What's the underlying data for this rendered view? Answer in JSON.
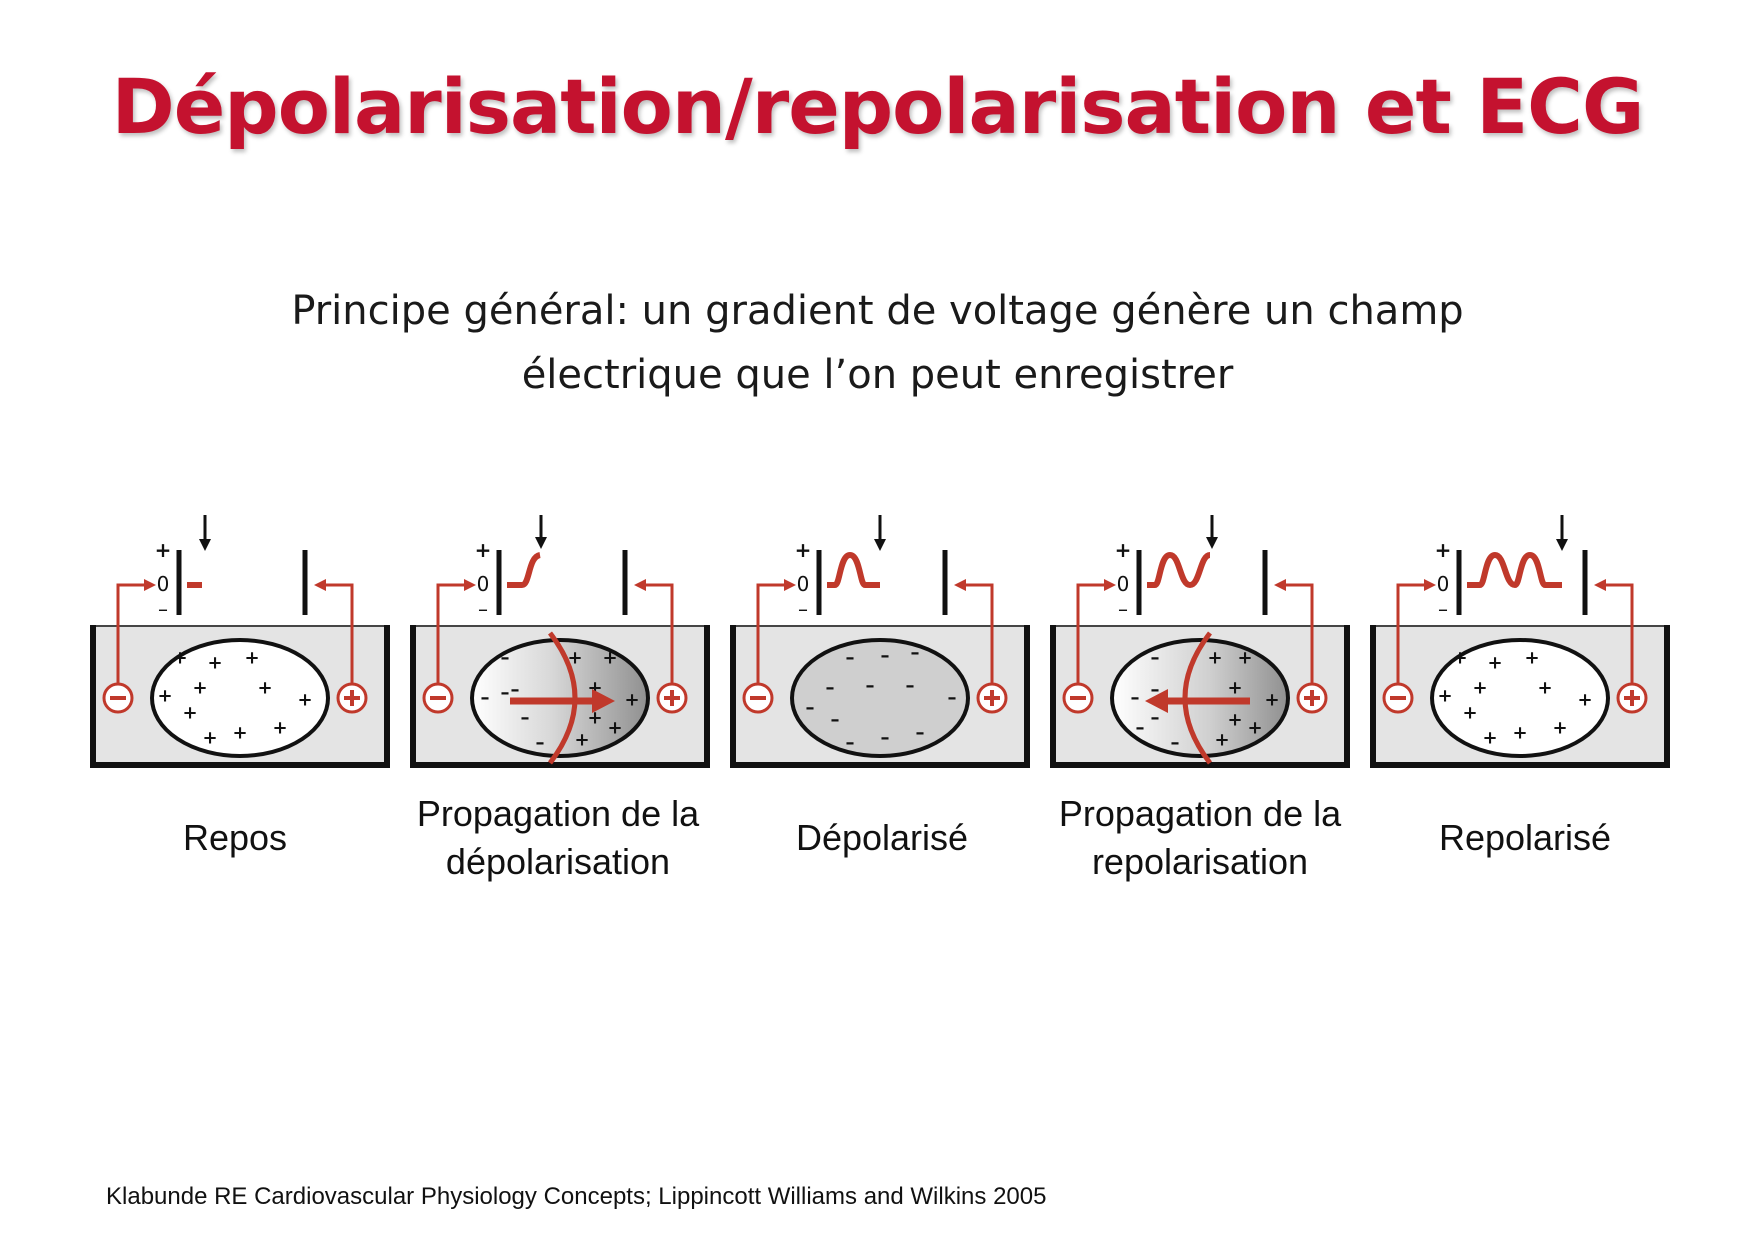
{
  "title": "Dépolarisation/repolarisation et ECG",
  "subtitle": {
    "line1": "Principe général: un gradient de voltage génère un champ",
    "line2": "électrique que l’on peut enregistrer"
  },
  "panels": [
    {
      "caption": [
        "Repos",
        ""
      ]
    },
    {
      "caption": [
        "Propagation de la",
        "dépolarisation"
      ]
    },
    {
      "caption": [
        "Dépolarisé",
        ""
      ]
    },
    {
      "caption": [
        "Propagation de la",
        "repolarisation"
      ]
    },
    {
      "caption": [
        "Repolarisé",
        ""
      ]
    }
  ],
  "recorder": {
    "plus": "+",
    "zero": "0",
    "minus": "–"
  },
  "electrodes": {
    "negative": "−",
    "positive": "+"
  },
  "citation": "Klabunde RE Cardiovascular Physiology Concepts; Lippincott Williams and Wilkins 2005",
  "colors": {
    "title": "#c4122f",
    "accent": "#c0392b",
    "bath": "#e4e4e4"
  }
}
